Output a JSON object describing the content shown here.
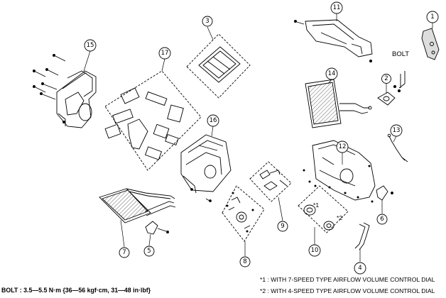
{
  "callouts": [
    "1",
    "2",
    "3",
    "4",
    "5",
    "6",
    "7",
    "8",
    "9",
    "10",
    "11",
    "12",
    "13",
    "14",
    "15",
    "16",
    "17"
  ],
  "bolt_label": "BOLT",
  "torque_note": "BOLT : 3.5—5.5 N·m {36—56 kgf·cm, 31—48 in·lbf}",
  "footnotes": [
    "*1 : WITH 7-SPEED TYPE AIRFLOW VOLUME CONTROL DIAL",
    "*2 : WITH 4-SPEED TYPE AIRFLOW VOLUME CONTROL DIAL"
  ],
  "markers": [
    "*1",
    "*2"
  ]
}
